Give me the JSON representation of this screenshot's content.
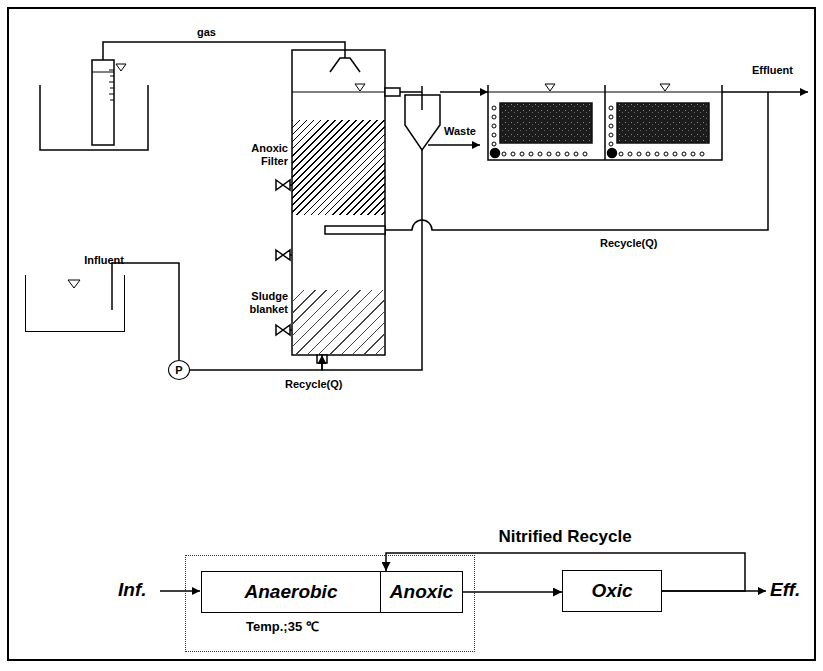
{
  "diagram": {
    "nodes": [
      {
        "text": [
          "Anoxic Filter"
        ]
      },
      {
        "text": [
          "Sludge blanket"
        ]
      },
      {
        "text": [
          "Influent"
        ]
      },
      {
        "text": [
          "P"
        ]
      },
      {
        "text": [
          "Temp.;35 ℃"
        ]
      },
      {
        "text": [
          "Anaerobic"
        ],
        "in": 4
      },
      {
        "text": [
          "Anoxic"
        ],
        "in": 4
      },
      {
        "text": [
          "Oxic"
        ]
      }
    ],
    "edges": [
      {
        "from": 2,
        "to": 3,
        "arrow": "none"
      },
      {
        "from": 3,
        "to": 1,
        "arrow": "to"
      },
      {
        "from": 6,
        "to": 7,
        "arrow": "to"
      },
      {
        "from": 7,
        "to": 6,
        "label": "Nitrified Recycle",
        "arrow": "to"
      }
    ],
    "labels": [
      "gas",
      "Waste",
      "Effluent",
      "Recycle(Q)",
      "Recycle(Q)",
      "Inf.",
      "Eff."
    ]
  }
}
